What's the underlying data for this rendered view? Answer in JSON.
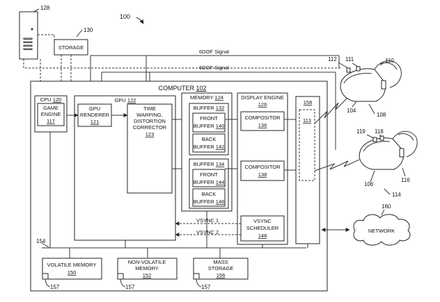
{
  "figure_number": "100",
  "signals": {
    "top": "6DOF Signal",
    "bottom": "6DOF Signal"
  },
  "server": {
    "ref": "128"
  },
  "storage": {
    "label": "STORAGE",
    "ref": "130"
  },
  "computer": {
    "label": "COMPUTER",
    "ref": "102"
  },
  "cpu": {
    "label": "CPU",
    "ref": "120"
  },
  "game_engine": {
    "line1": "GAME",
    "line2": "ENGINE",
    "ref": "117"
  },
  "gpu": {
    "label": "GPU",
    "ref": "122"
  },
  "gpu_renderer": {
    "line1": "GPU",
    "line2": "RENDERER",
    "ref": "121"
  },
  "time_warping": {
    "line1": "TIME",
    "line2": "WARPING,",
    "line3": "DISTORTION",
    "line4": "CORRECTOR",
    "ref": "123"
  },
  "memory": {
    "label": "MEMORY",
    "ref": "124"
  },
  "buffer_a": {
    "label": "BUFFER",
    "ref": "132"
  },
  "front_buffer_a": {
    "line1": "FRONT",
    "line2": "BUFFER",
    "ref": "140"
  },
  "back_buffer_a": {
    "line1": "BACK",
    "line2": "BUFFER",
    "ref": "142"
  },
  "buffer_b": {
    "label": "BUFFER",
    "ref": "134"
  },
  "front_buffer_b": {
    "line1": "FRONT",
    "line2": "BUFFER",
    "ref": "144"
  },
  "back_buffer_b": {
    "line1": "BACK",
    "line2": "BUFFER",
    "ref": "146"
  },
  "display_engine": {
    "line1": "DISPLAY ENGINE",
    "ref": "126"
  },
  "compositor_a": {
    "label": "COMPOSITOR",
    "ref": "136"
  },
  "compositor_b": {
    "label": "COMPOSITOR",
    "ref": "138"
  },
  "vsync_scheduler": {
    "line1": "VSYNC",
    "line2": "SCHEDULER",
    "ref": "148"
  },
  "vsync1": "VSYNC 1",
  "vsync2": "VSYNC 2",
  "interface": {
    "ref": "158",
    "inner_ref": "113"
  },
  "bus_ref": "154",
  "volatile_memory": {
    "label": "VOLATILE MEMORY",
    "ref": "150"
  },
  "non_volatile_memory": {
    "line1": "NON-VOLATILE",
    "line2": "MEMORY",
    "ref": "152"
  },
  "mass_storage": {
    "line1": "MASS",
    "line2": "STORAGE",
    "ref": "156"
  },
  "ref_157": "157",
  "network": {
    "label": "NETWORK",
    "ref": "160"
  },
  "headset_a": {
    "refs": [
      "112",
      "111",
      "110",
      "104",
      "108"
    ]
  },
  "headset_b": {
    "refs": [
      "119",
      "118",
      "106",
      "116",
      "114"
    ]
  }
}
